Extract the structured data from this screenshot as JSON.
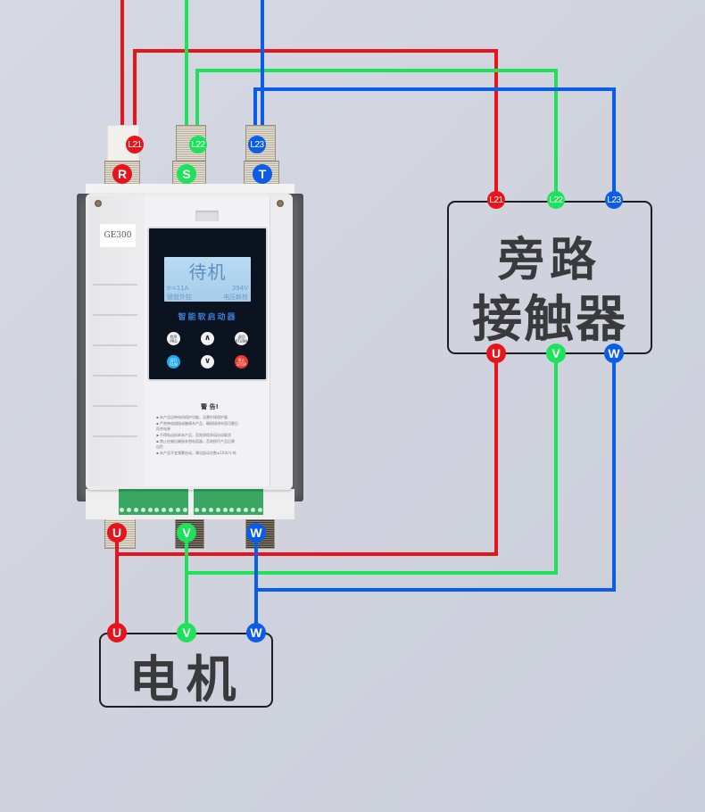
{
  "diagram": {
    "title": "软启动器旁路接触器接线图",
    "colors": {
      "phase_r": "#e8141c",
      "phase_s": "#1ee35a",
      "phase_t": "#0b5de8",
      "box_border": "#1e1e1e",
      "box_text": "#3a3a3c"
    },
    "input_terminals": [
      {
        "label": "R",
        "color": "red"
      },
      {
        "label": "S",
        "color": "green"
      },
      {
        "label": "T",
        "color": "blue"
      }
    ],
    "bypass_taps": [
      {
        "label": "L21",
        "color": "red"
      },
      {
        "label": "L22",
        "color": "green"
      },
      {
        "label": "L23",
        "color": "blue"
      }
    ],
    "output_terminals": [
      {
        "label": "U",
        "color": "red"
      },
      {
        "label": "V",
        "color": "green"
      },
      {
        "label": "W",
        "color": "blue"
      }
    ],
    "bypass_contactor": {
      "label_line1": "旁路",
      "label_line2": "接触器",
      "inputs": [
        "L21",
        "L22",
        "L23"
      ],
      "outputs": [
        "U",
        "V",
        "W"
      ]
    },
    "motor": {
      "label": "电机",
      "inputs": [
        "U",
        "V",
        "W"
      ]
    },
    "connections": [
      {
        "from": "R",
        "to": "bypass_contactor.L21"
      },
      {
        "from": "S",
        "to": "bypass_contactor.L22"
      },
      {
        "from": "T",
        "to": "bypass_contactor.L23"
      },
      {
        "from": "bypass_contactor.U",
        "to": "soft_starter.U"
      },
      {
        "from": "bypass_contactor.V",
        "to": "soft_starter.V"
      },
      {
        "from": "bypass_contactor.W",
        "to": "soft_starter.W"
      },
      {
        "from": "soft_starter.U",
        "to": "motor.U"
      },
      {
        "from": "soft_starter.V",
        "to": "motor.V"
      },
      {
        "from": "soft_starter.W",
        "to": "motor.W"
      }
    ]
  },
  "device": {
    "model": "GE300",
    "lcd": {
      "status": "待机",
      "current": "Ir=11A",
      "voltage": "394V",
      "mode": "键盘外控",
      "info": "电压新校"
    },
    "brand_text": "智能软启动器",
    "buttons": [
      {
        "name": "prg",
        "line1": "程序",
        "line2": "PRG",
        "style": "white"
      },
      {
        "name": "up",
        "glyph": "∧",
        "style": "white"
      },
      {
        "name": "return",
        "line1": "返回",
        "line2": "RTURN",
        "style": "white"
      },
      {
        "name": "run",
        "line1": "运行",
        "line2": "RUN",
        "style": "blue"
      },
      {
        "name": "down",
        "glyph": "∨",
        "style": "white"
      },
      {
        "name": "stop",
        "line1": "停止",
        "line2": "STOP",
        "style": "red"
      }
    ],
    "warning": {
      "title": "警 告!",
      "lines": [
        "▪ 本产品自带电机保护功能，无需外接保护器",
        "▪ 严禁带电拔插或触摸本产品，确保接线牢固可靠后",
        "  再合电源",
        "▪ 不得私自拆卸本产品，否则质保承诺自动取消",
        "▪ 禁止在输出端接补偿电容器，否则损坏产品后果",
        "  自负",
        "▪ 本产品不宜频繁启动，建议起动次数≤10次/小时"
      ]
    }
  }
}
